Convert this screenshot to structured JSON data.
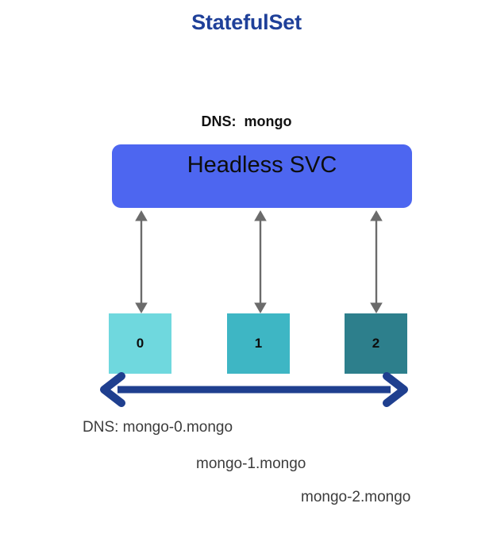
{
  "diagram": {
    "title": "StatefulSet",
    "title_color": "#1f4099",
    "background_color": "#ffffff"
  },
  "service": {
    "dns_label": "DNS:  mongo",
    "box_label": "Headless SVC",
    "box_color": "#4d66f0",
    "text_color": "#0d0d0d"
  },
  "connectors": {
    "color": "#6b6b6b",
    "arrows": [
      {
        "name": "svc-to-pod-0"
      },
      {
        "name": "svc-to-pod-1"
      },
      {
        "name": "svc-to-pod-2"
      }
    ]
  },
  "pods": [
    {
      "label": "0",
      "color": "#6fd8de",
      "dns": "DNS: mongo-0.mongo"
    },
    {
      "label": "1",
      "color": "#3eb6c4",
      "dns": "mongo-1.mongo"
    },
    {
      "label": "2",
      "color": "#2d7f8c",
      "dns": "mongo-2.mongo"
    }
  ],
  "ordering_arrow": {
    "name": "ordered-scaling-arrow",
    "color": "#1f3f8f",
    "direction": "bidirectional"
  }
}
